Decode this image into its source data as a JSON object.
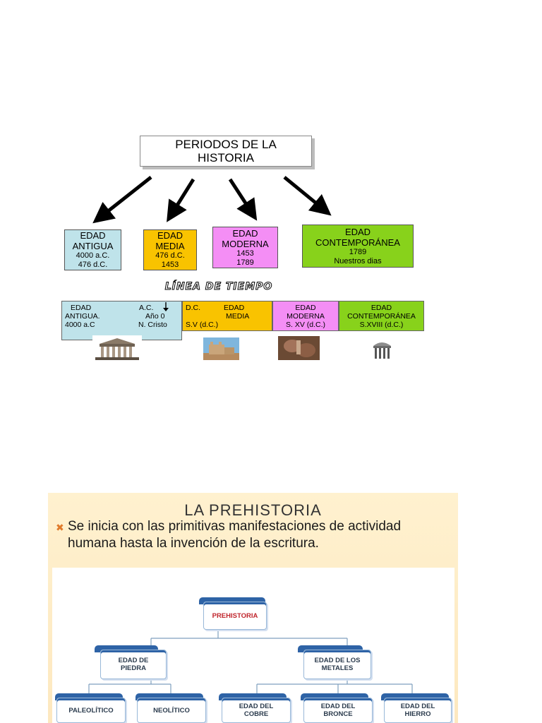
{
  "top": {
    "title": "PERIODOS DE LA HISTORIA",
    "periods": [
      {
        "name": "EDAD ANTIGUA",
        "dates": [
          "4000 a.C.",
          "476 d.C."
        ],
        "color": "#bfe3ea"
      },
      {
        "name": "EDAD MEDIA",
        "dates": [
          "476 d.C.",
          "1453"
        ],
        "color": "#f9c300"
      },
      {
        "name": "EDAD MODERNA",
        "dates": [
          "1453",
          "1789"
        ],
        "color": "#f48ef5"
      },
      {
        "name": "EDAD CONTEMPORÁNEA",
        "dates": [
          "1789",
          "Nuestros dias"
        ],
        "color": "#88d21b"
      }
    ],
    "timeline_label": "LÍNEA DE TIEMPO",
    "timeline": {
      "antigua": {
        "l1": "EDAD",
        "l2": "ANTIGUA.",
        "l3": "4000 a.C",
        "r1": "A.C.",
        "r2": "Año 0",
        "r3": "N. Cristo"
      },
      "media": {
        "dc": "D.C.",
        "l1": "EDAD",
        "l2": "MEDIA",
        "l3": "S.V (d.C.)"
      },
      "moderna": {
        "l1": "EDAD",
        "l2": "MODERNA",
        "l3": "S. XV (d.C.)"
      },
      "contemporanea": {
        "l1": "EDAD",
        "l2": "CONTEMPORÁNEA",
        "l3": "S.XVIII (d.C.)"
      }
    }
  },
  "slide": {
    "title": "LA PREHISTORIA",
    "text": "Se inicia con las primitivas manifestaciones de actividad humana hasta la invención de la escritura.",
    "chart": {
      "root": "PREHISTORIA",
      "level1": [
        "EDAD DE PIEDRA",
        "EDAD DE LOS METALES"
      ],
      "piedra_children": [
        "PALEOLÍTICO",
        "NEOLÍTICO"
      ],
      "metales_children": [
        "EDAD DEL COBRE",
        "EDAD DEL BRONCE",
        "EDAD DEL HIERRO"
      ]
    }
  }
}
